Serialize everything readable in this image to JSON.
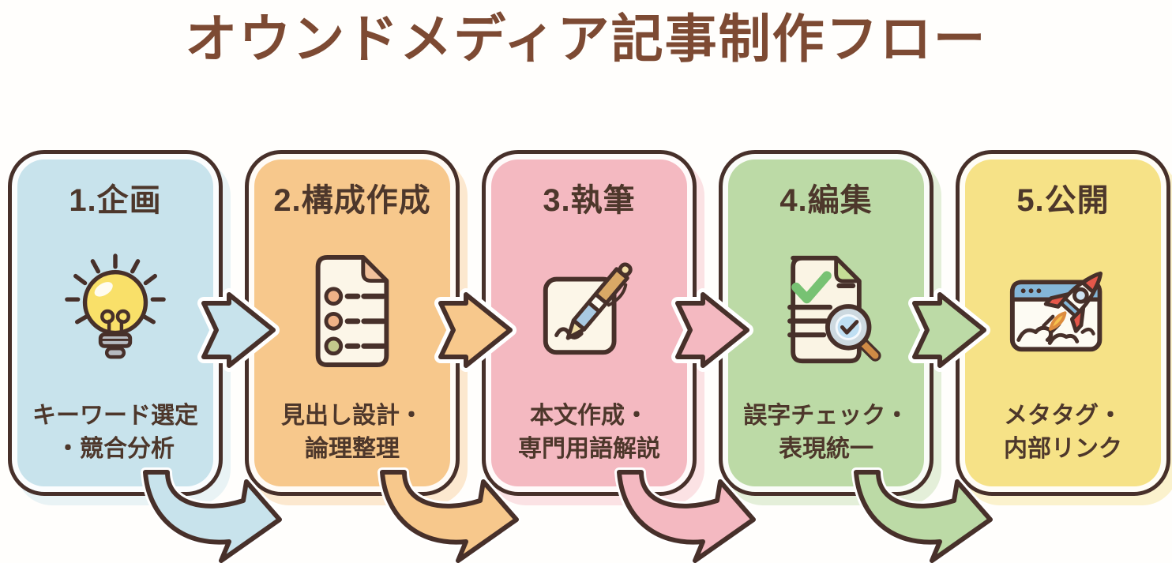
{
  "title": {
    "text": "オウンドメディア記事制作フロー"
  },
  "palette": {
    "outline": "#47302a",
    "title_text": "#7d4a33",
    "body_text": "#4d372b",
    "background": "#fffefc"
  },
  "steps": [
    {
      "number": "1",
      "label": "1.企画",
      "line1": "キーワード選定",
      "line2": "・競合分析",
      "icon": "lightbulb-idea-icon",
      "color": "#c8e3ec"
    },
    {
      "number": "2",
      "label": "2.構成作成",
      "line1": "見出し設計・",
      "line2": "論理整理",
      "icon": "checklist-document-icon",
      "color": "#f7c88c"
    },
    {
      "number": "3",
      "label": "3.執筆",
      "line1": "本文作成・",
      "line2": "専門用語解説",
      "icon": "pen-writing-icon",
      "color": "#f4b9c1"
    },
    {
      "number": "4",
      "label": "4.編集",
      "line1": "誤字チェック・",
      "line2": "表現統一",
      "icon": "proofread-magnifier-icon",
      "color": "#bcdaa6"
    },
    {
      "number": "5",
      "label": "5.公開",
      "line1": "メタタグ・",
      "line2": "内部リンク",
      "icon": "rocket-launch-browser-icon",
      "color": "#f6e287"
    }
  ],
  "arrows": {
    "side": [
      {
        "from": "1",
        "to": "2",
        "direction": "right",
        "color": "#c8e3ec"
      },
      {
        "from": "2",
        "to": "3",
        "direction": "right",
        "color": "#f7c88c"
      },
      {
        "from": "3",
        "to": "4",
        "direction": "right",
        "color": "#f4b9c1"
      },
      {
        "from": "4",
        "to": "5",
        "direction": "right",
        "color": "#bcdaa6"
      }
    ],
    "curved": [
      {
        "from": "1",
        "to": "2",
        "direction": "right-up",
        "color": "#c8e3ec"
      },
      {
        "from": "2",
        "to": "3",
        "direction": "right-up",
        "color": "#f7c88c"
      },
      {
        "from": "3",
        "to": "4",
        "direction": "right-up",
        "color": "#f4b9c1"
      },
      {
        "from": "4",
        "to": "5",
        "direction": "right-up",
        "color": "#bcdaa6"
      }
    ]
  }
}
